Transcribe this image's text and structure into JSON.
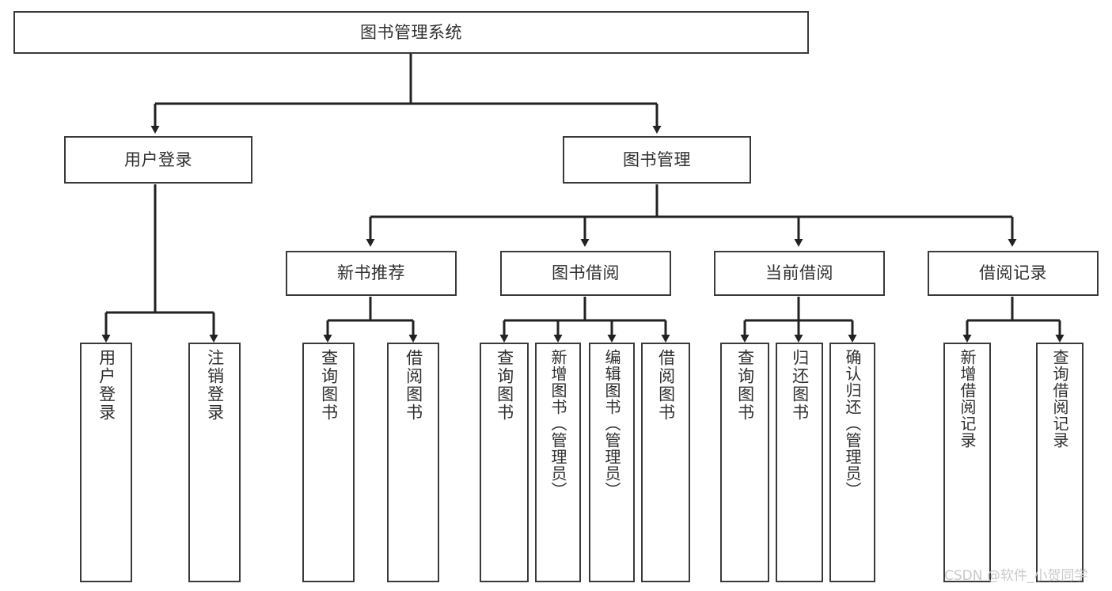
{
  "diagram": {
    "title": "图书管理系统",
    "type": "tree",
    "colors": {
      "background": "#ffffff",
      "box_border": "#3a3a3a",
      "box_fill": "#ffffff",
      "text": "#2f2f2f",
      "edge": "#222222",
      "watermark": "#c9c9c9"
    },
    "root": {
      "label": "图书管理系统"
    },
    "level2": [
      {
        "label": "用户登录"
      },
      {
        "label": "图书管理"
      }
    ],
    "level3": [
      {
        "label": "新书推荐"
      },
      {
        "label": "图书借阅"
      },
      {
        "label": "当前借阅"
      },
      {
        "label": "借阅记录"
      }
    ],
    "leaves": {
      "user_login": [
        {
          "label": "用户登录"
        },
        {
          "label": "注销登录"
        }
      ],
      "new_book_recommend": [
        {
          "label": "查询图书"
        },
        {
          "label": "借阅图书"
        }
      ],
      "book_borrow": [
        {
          "label": "查询图书"
        },
        {
          "label": "新增图书（管理员）"
        },
        {
          "label": "编辑图书（管理员）"
        },
        {
          "label": "借阅图书"
        }
      ],
      "current_borrow": [
        {
          "label": "查询图书"
        },
        {
          "label": "归还图书"
        },
        {
          "label": "确认归还（管理员）"
        }
      ],
      "borrow_record": [
        {
          "label": "新增借阅记录"
        },
        {
          "label": "查询借阅记录"
        }
      ]
    }
  },
  "watermark": {
    "text": "CSDN @软件_小贺同学"
  }
}
